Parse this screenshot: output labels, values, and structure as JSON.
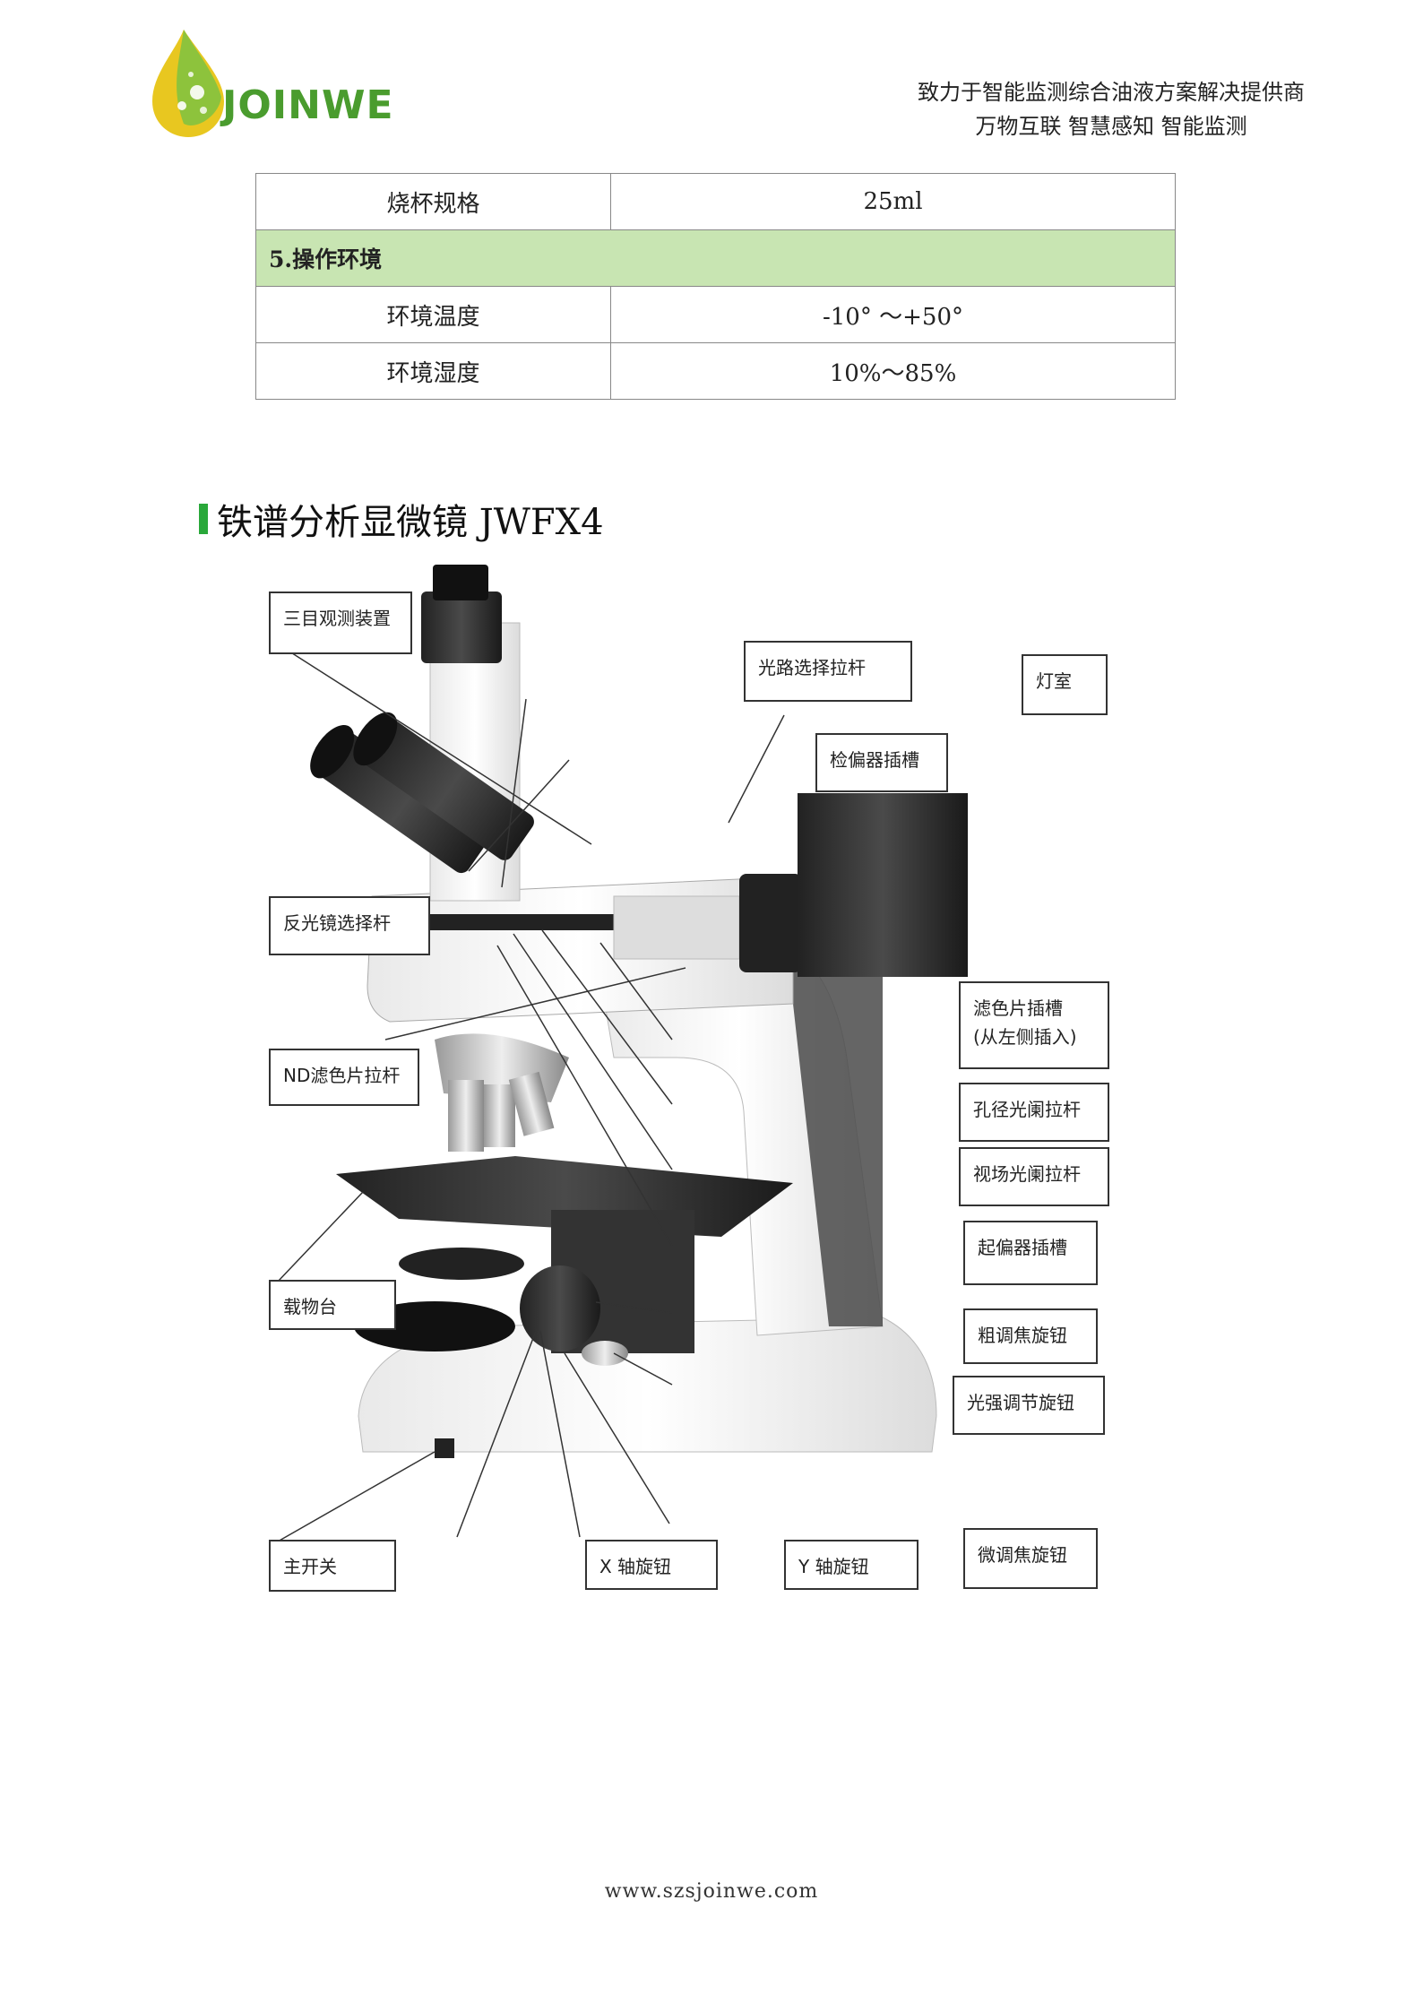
{
  "header": {
    "logo_text": "JOINWE",
    "tagline_line1": "致力于智能监测综合油液方案解决提供商",
    "tagline_line2": "万物互联 智慧感知 智能监测"
  },
  "spec_table": {
    "rows": [
      {
        "key": "烧杯规格",
        "value": "25ml"
      },
      {
        "section": "5.操作环境"
      },
      {
        "key": "环境温度",
        "value": "-10° ～+50°"
      },
      {
        "key": "环境湿度",
        "value": "10%～85%"
      }
    ]
  },
  "section_title": "铁谱分析显微镜 JWFX4",
  "diagram": {
    "callouts": {
      "trinocular": "三目观测装置",
      "light_path": "光路选择拉杆",
      "lamp_house": "灯室",
      "analyzer_slot": "检偏器插槽",
      "reflector": "反光镜选择杆",
      "filter_slot_1": "滤色片插槽",
      "filter_slot_2": "(从左侧插入)",
      "nd_filter": "ND滤色片拉杆",
      "aperture": "孔径光阑拉杆",
      "field_diaphragm": "视场光阑拉杆",
      "polarizer_slot": "起偏器插槽",
      "stage": "载物台",
      "coarse_focus": "粗调焦旋钮",
      "light_intensity": "光强调节旋钮",
      "main_switch": "主开关",
      "x_knob": "X 轴旋钮",
      "y_knob": "Y 轴旋钮",
      "fine_focus": "微调焦旋钮"
    }
  },
  "footer": {
    "url": "www.szsjoinwe.com"
  },
  "colors": {
    "brand_green": "#4a9c2e",
    "section_fill": "#c8e5b2",
    "heading_bar": "#29a83a"
  }
}
